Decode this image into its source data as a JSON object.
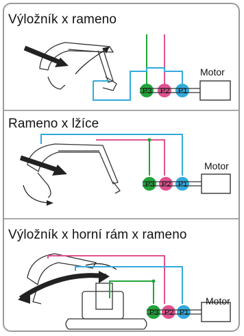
{
  "panels": [
    {
      "title": "Výložník x rameno",
      "motor_label": "Motor",
      "pumps": [
        "P3",
        "P2",
        "P1"
      ]
    },
    {
      "title": "Rameno x lžíce",
      "motor_label": "Motor",
      "pumps": [
        "P3",
        "P2",
        "P1"
      ]
    },
    {
      "title": "Výložník x horní rám x rameno",
      "motor_label": "Motor",
      "pumps": [
        "P3",
        "P2",
        "P1"
      ]
    }
  ],
  "colors": {
    "p3_green": "#21a33a",
    "p2_pink": "#e0508f",
    "p1_blue": "#33a9dc",
    "frame_gray": "#9a9a9a"
  }
}
